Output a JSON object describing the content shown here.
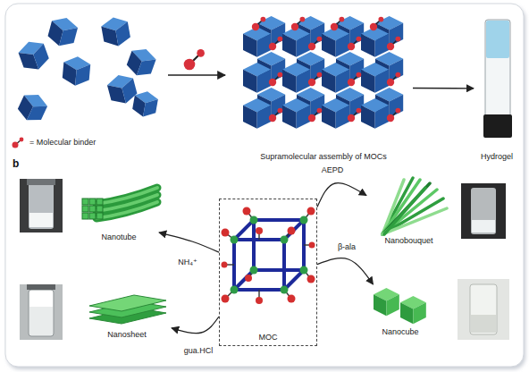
{
  "diagram": {
    "nodes": [
      {
        "text": [
          "Supramolecular assembly of MOCs"
        ]
      },
      {
        "text": [
          "Hydrogel"
        ]
      },
      {
        "text": [
          "Nanotube"
        ]
      },
      {
        "text": [
          "Nanobouquet"
        ]
      },
      {
        "text": [
          "MOC"
        ]
      },
      {
        "text": [
          "Nanocube"
        ]
      },
      {
        "text": [
          "Nanosheet"
        ]
      }
    ],
    "edges": [
      {
        "from": 0,
        "to": 1,
        "arrow": "to"
      },
      {
        "from": 4,
        "to": 3,
        "label": "AEPD",
        "arrow": "to"
      },
      {
        "from": 4,
        "to": 2,
        "label": "NH₄⁺",
        "arrow": "to"
      },
      {
        "from": 4,
        "to": 5,
        "label": "β-ala",
        "arrow": "to"
      },
      {
        "from": 4,
        "to": 6,
        "label": "gua.HCl",
        "arrow": "to"
      }
    ],
    "labels": [
      "b"
    ],
    "legend": [
      {
        "text": "= Molecular binder"
      }
    ]
  }
}
